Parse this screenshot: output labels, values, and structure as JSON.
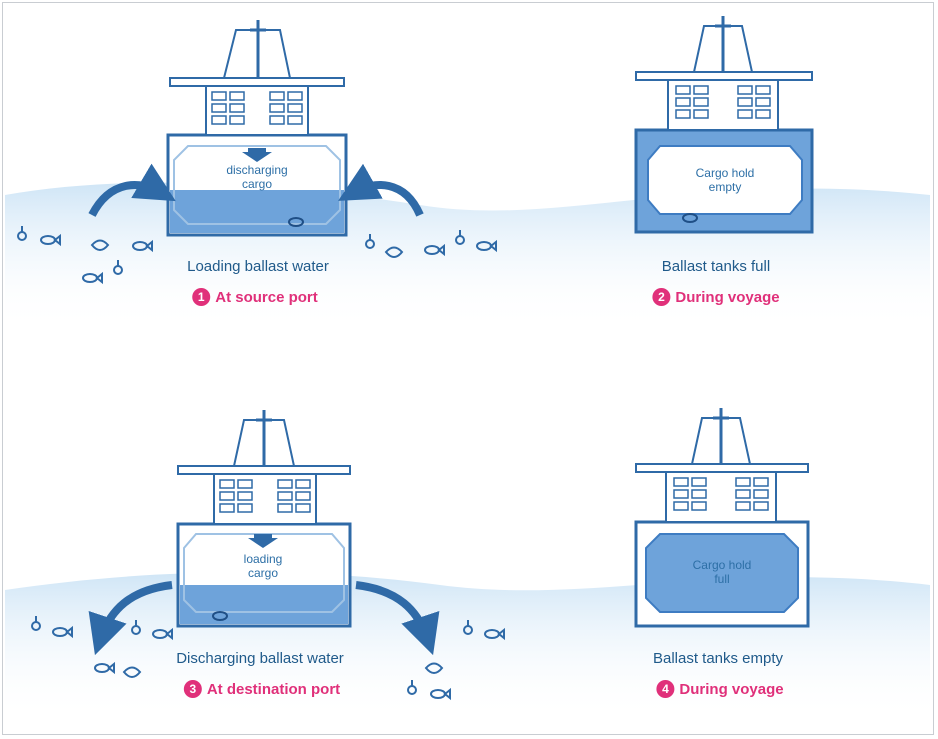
{
  "colors": {
    "sea": "#d6e9f7",
    "sea_edge": "#bcdaf0",
    "ship_outline": "#2f6aa7",
    "ballast": "#6ea3da",
    "ballast_dark": "#3e7cc2",
    "step_accent": "#e0307a",
    "caption": "#1f5a8a"
  },
  "panels": [
    {
      "caption": "Loading ballast water",
      "step_number": "1",
      "step_label": "At source port",
      "hold_lines": [
        "discharging",
        "cargo"
      ]
    },
    {
      "caption": "Ballast tanks full",
      "step_number": "2",
      "step_label": "During voyage",
      "hold_lines": [
        "Cargo hold",
        "empty"
      ]
    },
    {
      "caption": "Discharging ballast water",
      "step_number": "3",
      "step_label": "At destination port",
      "hold_lines": [
        "loading",
        "cargo"
      ]
    },
    {
      "caption": "Ballast tanks empty",
      "step_number": "4",
      "step_label": "During voyage",
      "hold_lines": [
        "Cargo hold",
        "full"
      ]
    }
  ],
  "icons": [
    "ship-icon",
    "arrow-icon",
    "fish-icon",
    "shell-icon",
    "plankton-icon"
  ]
}
